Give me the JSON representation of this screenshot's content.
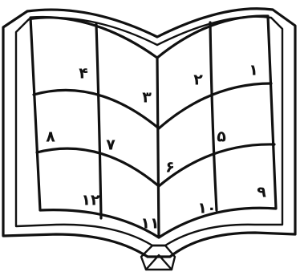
{
  "cells": {
    "c1": "١",
    "c2": "٢",
    "c3": "٣",
    "c4": "۴",
    "c5": "۵",
    "c6": "۶",
    "c7": "٧",
    "c8": "٨",
    "c9": "٩",
    "c10": "١٠",
    "c11": "١١",
    "c12": "١٢"
  },
  "ink_color": "#111111"
}
